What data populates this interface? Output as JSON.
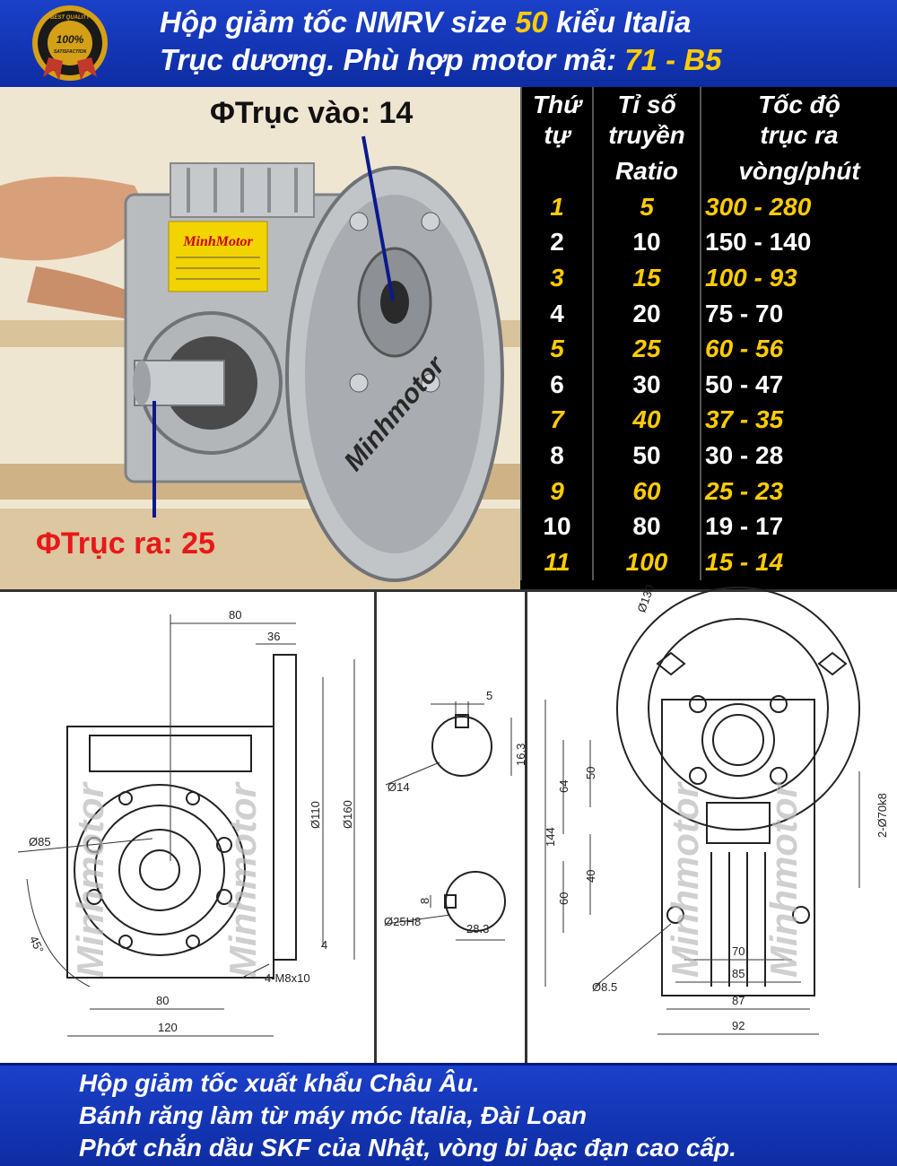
{
  "header": {
    "line1_pre": "Hộp giảm tốc NMRV size ",
    "line1_size": "50",
    "line1_post": " kiểu Italia",
    "line2_pre": "Trục dương. Phù hợp motor mã: ",
    "line2_code": "71 - B5"
  },
  "badge": {
    "percent": "100%",
    "text": "SATISFACTION",
    "ring_text": "BEST QUALITY",
    "colors": {
      "gold": "#d4a017",
      "dark": "#1a1a1a"
    }
  },
  "photo": {
    "input_shaft": "ΦTrục vào: 14",
    "output_shaft": "ΦTrục ra: 25",
    "watermark": "Minhmotor",
    "label_brand": "MinhMotor"
  },
  "table": {
    "headers": {
      "col1": [
        "Thứ",
        "tự"
      ],
      "col2": [
        "Tỉ số",
        "truyền"
      ],
      "col3": [
        "Tốc độ",
        "trục ra"
      ],
      "sub2": "Ratio",
      "sub3": "vòng/phút"
    },
    "rows": [
      {
        "no": "1",
        "ratio": "5",
        "speed": "300 - 280"
      },
      {
        "no": "2",
        "ratio": "10",
        "speed": "150 - 140"
      },
      {
        "no": "3",
        "ratio": "15",
        "speed": "100 - 93"
      },
      {
        "no": "4",
        "ratio": "20",
        "speed": "75 - 70"
      },
      {
        "no": "5",
        "ratio": "25",
        "speed": "60 - 56"
      },
      {
        "no": "6",
        "ratio": "30",
        "speed": "50 - 47"
      },
      {
        "no": "7",
        "ratio": "40",
        "speed": "37 - 35"
      },
      {
        "no": "8",
        "ratio": "50",
        "speed": "30 - 28"
      },
      {
        "no": "9",
        "ratio": "60",
        "speed": "25 - 23"
      },
      {
        "no": "10",
        "ratio": "80",
        "speed": "19 - 17"
      },
      {
        "no": "11",
        "ratio": "100",
        "speed": "15 - 14"
      }
    ]
  },
  "drawings": {
    "watermark": "Minhmotor",
    "left": {
      "d80": "80",
      "d36": "36",
      "d110": "Ø110",
      "d160": "Ø160",
      "d85": "Ø85",
      "a45": "45°",
      "d4": "4",
      "m8": "4-M8x10",
      "b80": "80",
      "b120": "120"
    },
    "mid": {
      "k5": "5",
      "d14": "Ø14",
      "h163": "16.3",
      "k8": "8",
      "d25": "Ø25H8",
      "w283": "28.3"
    },
    "right": {
      "d130": "Ø130",
      "d144": "144",
      "d64": "64",
      "d50": "50",
      "d40": "40",
      "d60": "60",
      "d70k": "2-Ø70k8",
      "d85h": "Ø8.5",
      "w70": "70",
      "w85": "85",
      "w87": "87",
      "w92": "92"
    }
  },
  "footer": {
    "line1": "Hộp giảm tốc xuất khẩu Châu Âu.",
    "line2": "Bánh răng làm từ máy móc Italia, Đài Loan",
    "line3": "Phớt chắn dầu SKF của Nhật, vòng bi bạc đạn cao cấp."
  }
}
